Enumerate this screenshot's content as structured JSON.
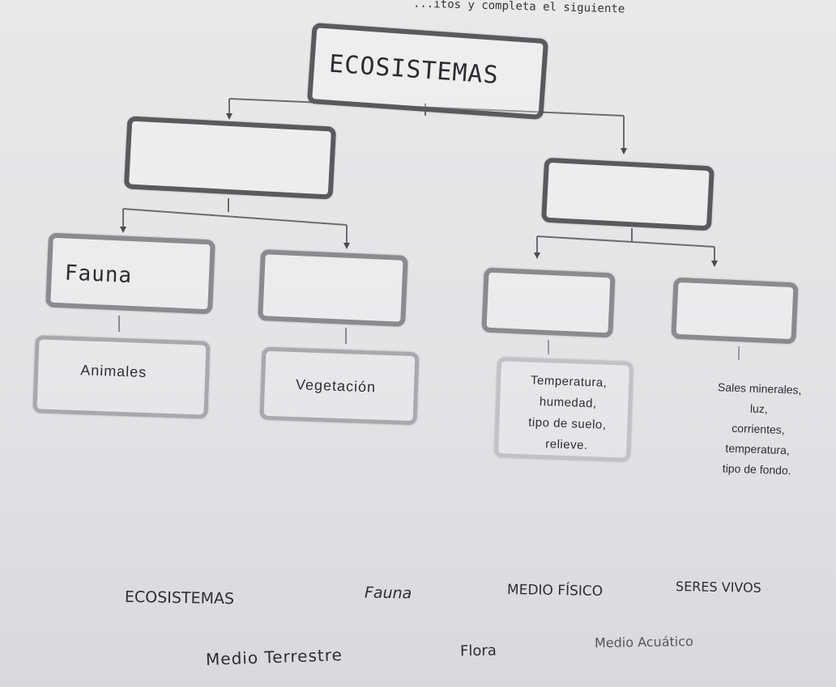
{
  "header": {
    "instruction": "...itos y completa el siguiente"
  },
  "diagram": {
    "root": "ECOSISTEMAS",
    "left_branch": {
      "label": ""
    },
    "right_branch": {
      "label": ""
    },
    "leaves": [
      {
        "label": "Fauna",
        "detail": "Animales"
      },
      {
        "label": "",
        "detail": "Vegetación"
      },
      {
        "label": "",
        "detail_lines": [
          "Temperatura,",
          "humedad,",
          "tipo de suelo,",
          "relieve."
        ]
      },
      {
        "label": "",
        "detail_lines": [
          "Sales minerales,",
          "luz,",
          "corrientes,",
          "temperatura,",
          "tipo de fondo."
        ]
      }
    ]
  },
  "word_bank": {
    "row1": [
      "ECOSISTEMAS",
      "Fauna",
      "MEDIO FÍSICO",
      "SERES VIVOS"
    ],
    "row2": [
      "Medio Terrestre",
      "Flora",
      "Medio Acuático"
    ]
  }
}
